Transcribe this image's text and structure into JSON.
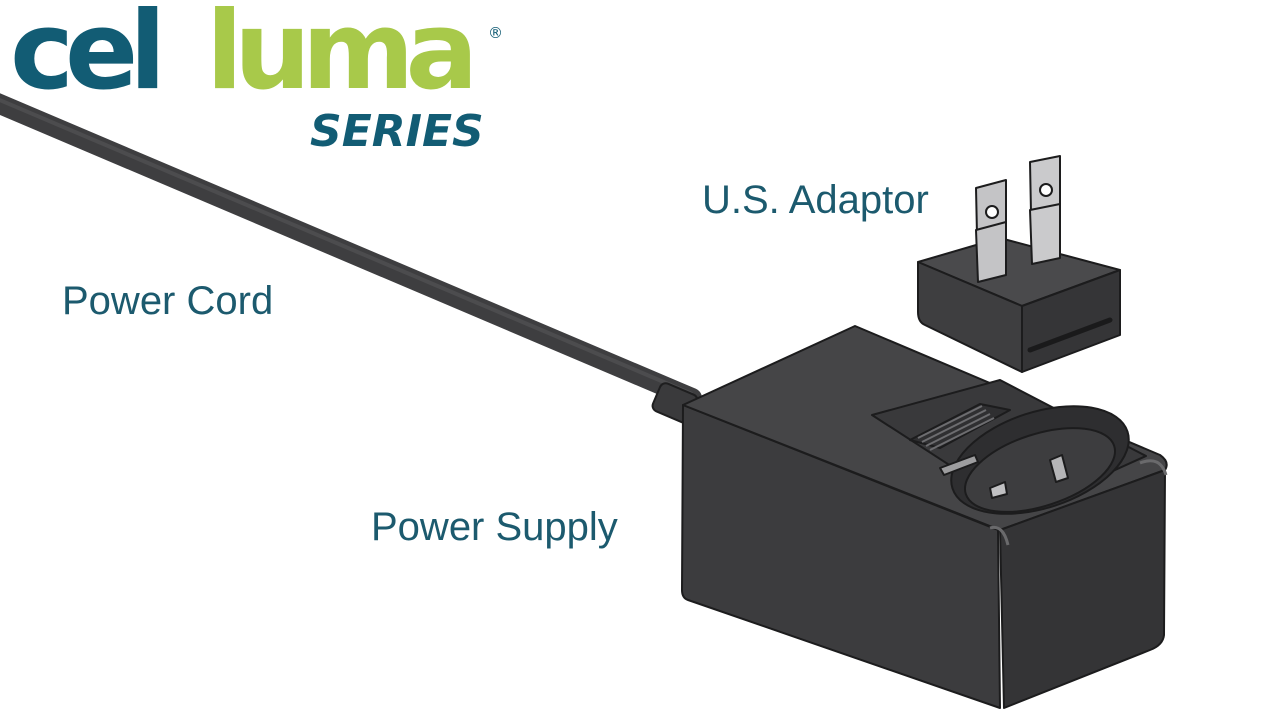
{
  "brand": {
    "name_part1": "cel",
    "name_part2": "luma",
    "registered_mark": "®",
    "series": "SERIES"
  },
  "labels": {
    "us_adaptor": "U.S. Adaptor",
    "power_cord": "Power Cord",
    "power_supply": "Power Supply"
  },
  "colors": {
    "brand_teal": "#125c74",
    "brand_green": "#a8c94a",
    "label_text": "#1c5a6e",
    "device_body": "#3b3b3d",
    "device_dark": "#2a2a2b",
    "metal_prong": "#bfbfbf"
  },
  "icons": [
    "power-cord",
    "power-supply",
    "us-adaptor-plug"
  ]
}
